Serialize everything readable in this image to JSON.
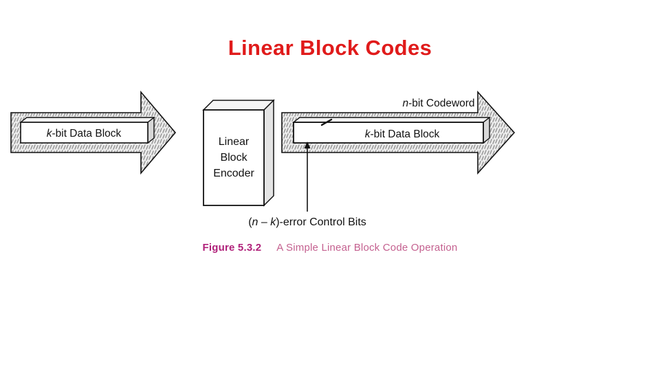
{
  "slide": {
    "title": "Linear Block Codes",
    "title_color": "#e01b1b",
    "background_color": "#ffffff"
  },
  "figure": {
    "input_arrow": {
      "block_label_italic": "k",
      "block_label_rest": "-bit Data Block"
    },
    "encoder": {
      "line1": "Linear",
      "line2": "Block",
      "line3": "Encoder"
    },
    "output_arrow": {
      "codeword_label_italic": "n",
      "codeword_label_rest": "-bit Codeword",
      "block_label_italic": "k",
      "block_label_rest": "-bit Data Block"
    },
    "control_bits": {
      "open_paren": "(",
      "n_symbol": "n",
      "minus": " – ",
      "k_symbol": "k",
      "close_rest": ")-error Control Bits"
    },
    "colors": {
      "stroke": "#111111",
      "band_fill": "#e9e9e9",
      "block_fill": "#ffffff",
      "side_face_fill": "#d8d8d8",
      "top_face_fill": "#f2f2f2"
    }
  },
  "caption": {
    "number": "Figure 5.3.2",
    "title": "A Simple Linear Block Code Operation",
    "number_color": "#b0217a",
    "title_color": "#c4608f"
  }
}
